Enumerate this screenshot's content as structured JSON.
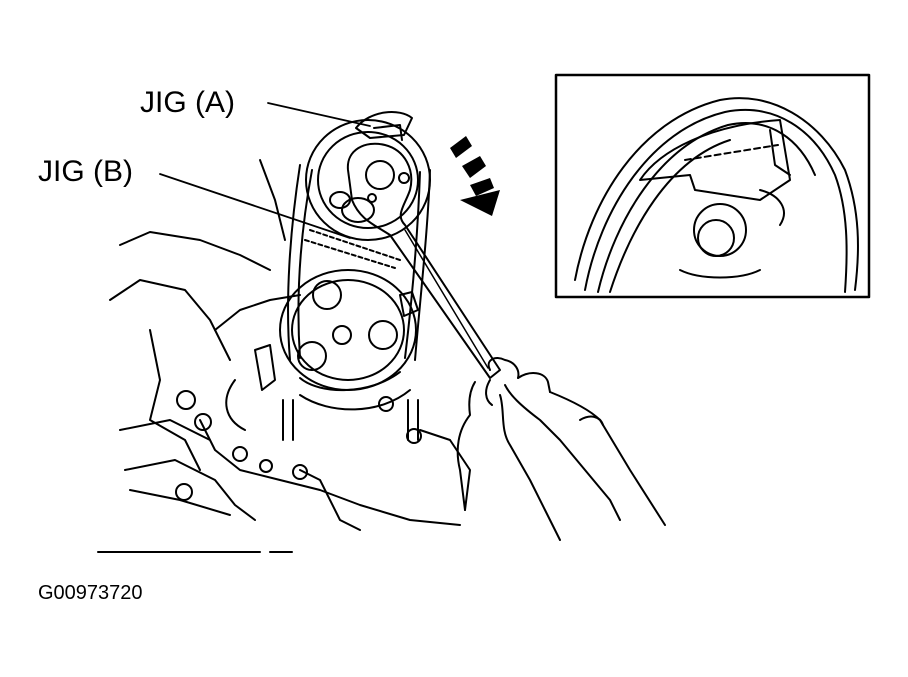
{
  "labels": {
    "jig_a": "JIG (A)",
    "jig_b": "JIG (B)",
    "figure_id": "G00973720"
  },
  "colors": {
    "ink": "#000000",
    "paper": "#ffffff"
  },
  "icons": {
    "rotation_arrow": "thick-dashed-arrow-down-right"
  }
}
